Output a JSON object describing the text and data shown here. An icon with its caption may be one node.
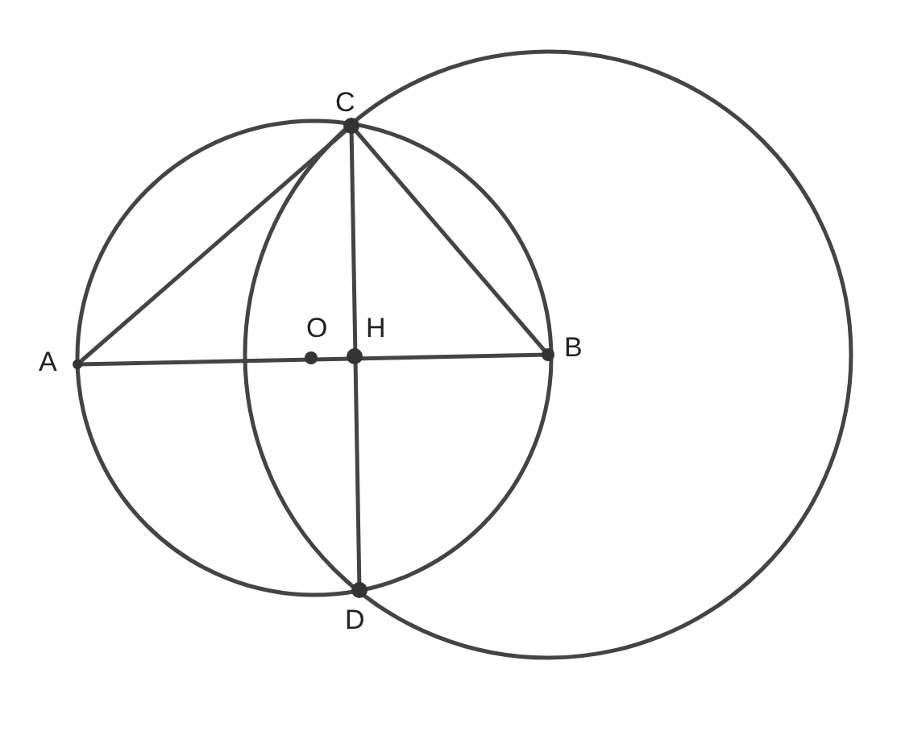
{
  "diagram": {
    "labels": [
      "C",
      "A",
      "O",
      "H",
      "B",
      "D"
    ]
  }
}
